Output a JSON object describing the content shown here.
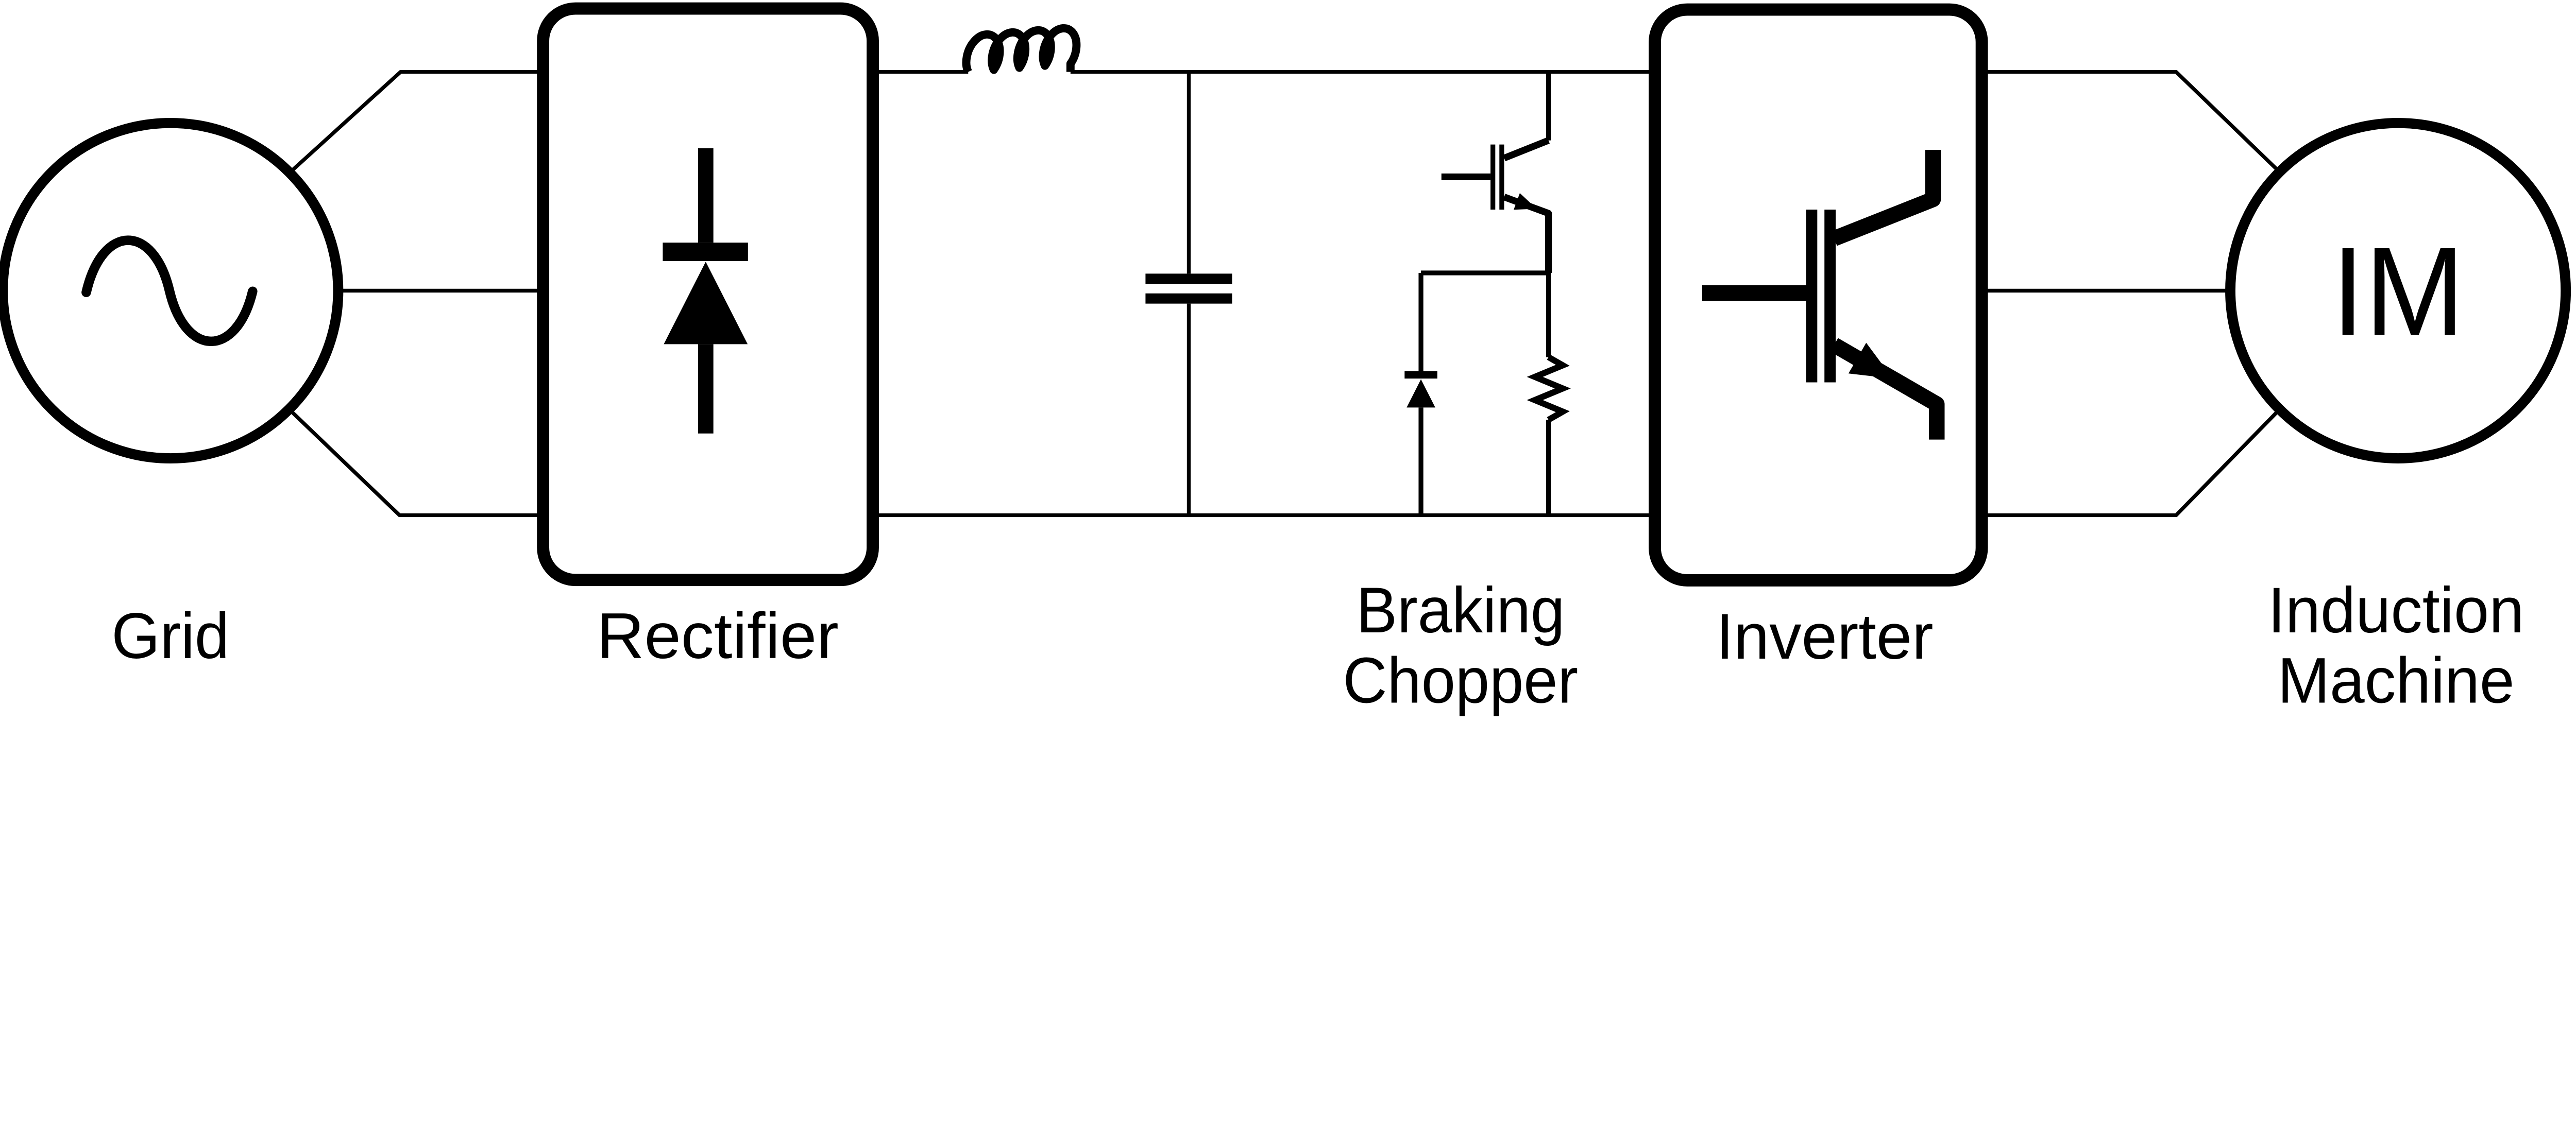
{
  "diagram": {
    "type": "power-electronics-drive-block-diagram",
    "colors": {
      "stroke": "#000000",
      "background": "#ffffff"
    },
    "labels": {
      "grid": "Grid",
      "rectifier": "Rectifier",
      "braking_chopper": [
        "Braking",
        "Chopper"
      ],
      "inverter": "Inverter",
      "induction_machine": [
        "Induction",
        "Machine"
      ],
      "im_symbol": "IM"
    },
    "components": [
      {
        "id": "grid",
        "label": "Grid",
        "symbol": "ac-voltage-source-icon",
        "connections": "3-phase to rectifier"
      },
      {
        "id": "rectifier",
        "label": "Rectifier",
        "symbol": "diode-icon",
        "connections": "3-phase in, DC link out"
      },
      {
        "id": "dc-link-inductor",
        "label": "",
        "symbol": "inductor-coil-icon",
        "connections": "series in top DC rail"
      },
      {
        "id": "dc-link-capacitor",
        "label": "",
        "symbol": "capacitor-icon",
        "connections": "across DC link"
      },
      {
        "id": "braking-chopper",
        "label": "Braking Chopper",
        "symbol": "igbt-diode-resistor-icon",
        "connections": "across DC link"
      },
      {
        "id": "inverter",
        "label": "Inverter",
        "symbol": "igbt-icon",
        "connections": "DC link in, 3-phase out"
      },
      {
        "id": "induction-machine",
        "label": "Induction Machine",
        "symbol": "motor-circle-icon",
        "connections": "3-phase from inverter"
      }
    ]
  }
}
